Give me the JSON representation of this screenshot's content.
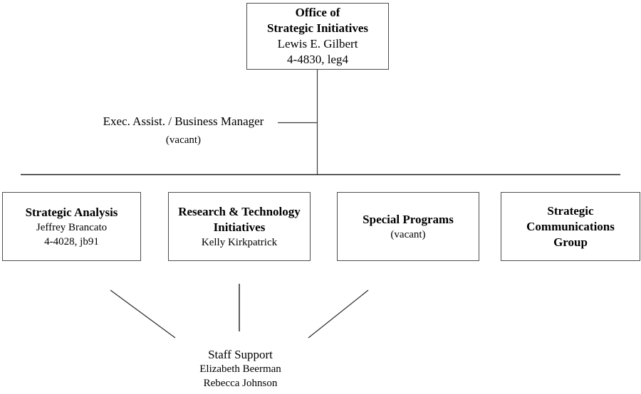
{
  "org_chart": {
    "root": {
      "title_lines": [
        "Office of",
        "Strategic Initiatives"
      ],
      "person": "Lewis E. Gilbert",
      "contact": "4-4830, leg4"
    },
    "assistant": {
      "title": "Exec. Assist. / Business Manager",
      "status": "(vacant)"
    },
    "departments": [
      {
        "title_lines": [
          "Strategic Analysis"
        ],
        "lines": [
          "Jeffrey Brancato",
          "4-4028, jb91"
        ]
      },
      {
        "title_lines": [
          "Research & Technology",
          "Initiatives"
        ],
        "lines": [
          "Kelly Kirkpatrick"
        ]
      },
      {
        "title_lines": [
          "Special Programs"
        ],
        "lines": [
          "(vacant)"
        ]
      },
      {
        "title_lines": [
          "Strategic",
          "Communications",
          "Group"
        ],
        "lines": []
      }
    ],
    "staff_support": {
      "title": "Staff Support",
      "members": [
        "Elizabeth Beerman",
        "Rebecca Johnson"
      ]
    }
  }
}
